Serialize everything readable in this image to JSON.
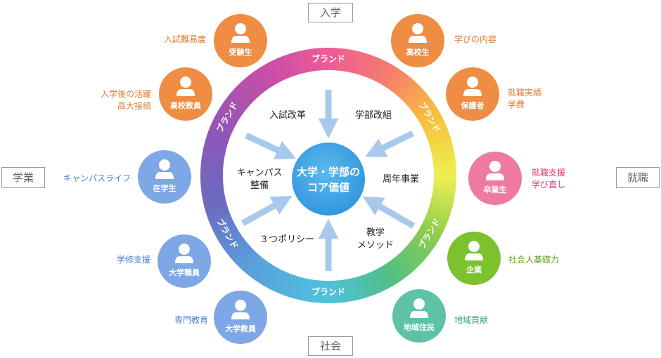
{
  "center": {
    "line1": "大学・学部の",
    "line2": "コア価値"
  },
  "ring_label": "ブランド",
  "initiatives": {
    "entrance_reform": "入試改革",
    "faculty_reorg": "学部改組",
    "campus_1": "キャンパス",
    "campus_2": "整備",
    "anniversary": "周年事業",
    "three_policies": "３つポリシー",
    "teaching_1": "教学",
    "teaching_2": "メソッド"
  },
  "domains": {
    "top": "入学",
    "left": "学業",
    "right": "就職",
    "bottom": "社会"
  },
  "stakeholders": [
    {
      "key": "examinees",
      "name": "受験生",
      "label_lines": [
        "入試難易度"
      ],
      "color": "#ee8d43",
      "label_color": "#e07b2e"
    },
    {
      "key": "hs_teachers",
      "name": "高校教員",
      "label_lines": [
        "入学後の活躍",
        "高大接続"
      ],
      "color": "#ee8d43",
      "label_color": "#e07b2e"
    },
    {
      "key": "hs_students",
      "name": "高校生",
      "label_lines": [
        "学びの内容"
      ],
      "color": "#ee8d43",
      "label_color": "#e07b2e"
    },
    {
      "key": "guardians",
      "name": "保護者",
      "label_lines": [
        "就職実績",
        "学費"
      ],
      "color": "#ee8d43",
      "label_color": "#e07b2e"
    },
    {
      "key": "students",
      "name": "在学生",
      "label_lines": [
        "キャンパスライフ"
      ],
      "color": "#7ea7e6",
      "label_color": "#4a7fd0"
    },
    {
      "key": "staff",
      "name": "大学職員",
      "label_lines": [
        "学修支援"
      ],
      "color": "#7ea7e6",
      "label_color": "#4a7fd0"
    },
    {
      "key": "faculty",
      "name": "大学教員",
      "label_lines": [
        "専門教育"
      ],
      "color": "#7ea7e6",
      "label_color": "#4a7fd0"
    },
    {
      "key": "graduates",
      "name": "卒業生",
      "label_lines": [
        "就職支援",
        "学び直し"
      ],
      "color": "#ef7aa0",
      "label_color": "#e03a7a"
    },
    {
      "key": "companies",
      "name": "企業",
      "label_lines": [
        "社会人基礎力"
      ],
      "color": "#7cc22e",
      "label_color": "#5aa31a"
    },
    {
      "key": "residents",
      "name": "地域住民",
      "label_lines": [
        "地域貢献"
      ],
      "color": "#5ec3a6",
      "label_color": "#2fa88a"
    }
  ]
}
